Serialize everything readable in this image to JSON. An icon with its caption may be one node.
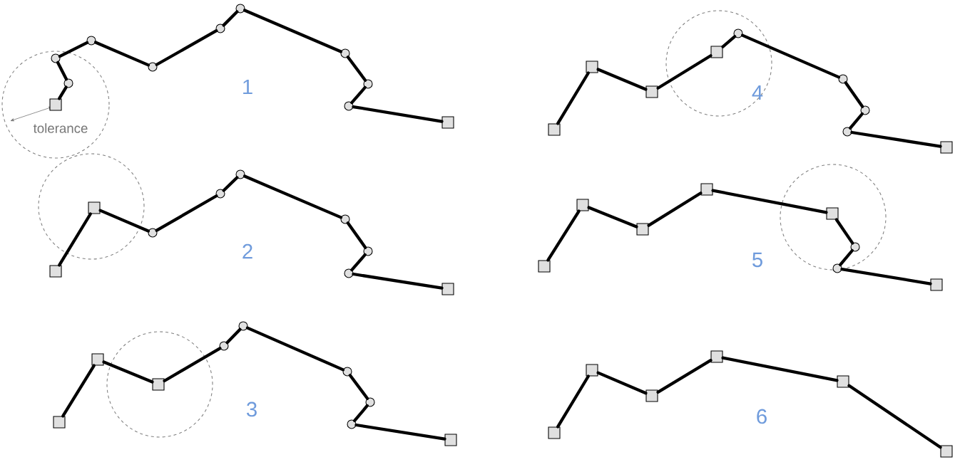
{
  "diagram": {
    "nodes": [
      {
        "text": [],
        "shape": "box"
      },
      {
        "text": [],
        "shape": "circle"
      },
      {
        "text": [],
        "shape": "circle"
      },
      {
        "text": [],
        "shape": "circle"
      },
      {
        "text": [],
        "shape": "circle"
      },
      {
        "text": [],
        "shape": "circle"
      },
      {
        "text": [],
        "shape": "circle"
      },
      {
        "text": [],
        "shape": "circle"
      },
      {
        "text": [],
        "shape": "circle"
      },
      {
        "text": [],
        "shape": "circle"
      },
      {
        "text": [],
        "shape": "box"
      },
      {
        "text": [],
        "shape": "box"
      },
      {
        "text": [],
        "shape": "box"
      },
      {
        "text": [],
        "shape": "circle"
      },
      {
        "text": [],
        "shape": "circle"
      },
      {
        "text": [],
        "shape": "circle"
      },
      {
        "text": [],
        "shape": "circle"
      },
      {
        "text": [],
        "shape": "circle"
      },
      {
        "text": [],
        "shape": "circle"
      },
      {
        "text": [],
        "shape": "box"
      },
      {
        "text": [],
        "shape": "box"
      },
      {
        "text": [],
        "shape": "box"
      },
      {
        "text": [],
        "shape": "box"
      },
      {
        "text": [],
        "shape": "circle"
      },
      {
        "text": [],
        "shape": "circle"
      },
      {
        "text": [],
        "shape": "circle"
      },
      {
        "text": [],
        "shape": "circle"
      },
      {
        "text": [],
        "shape": "circle"
      },
      {
        "text": [],
        "shape": "box"
      },
      {
        "text": [],
        "shape": "box"
      },
      {
        "text": [],
        "shape": "box"
      },
      {
        "text": [],
        "shape": "box"
      },
      {
        "text": [],
        "shape": "box"
      },
      {
        "text": [],
        "shape": "circle"
      },
      {
        "text": [],
        "shape": "circle"
      },
      {
        "text": [],
        "shape": "circle"
      },
      {
        "text": [],
        "shape": "circle"
      },
      {
        "text": [],
        "shape": "box"
      },
      {
        "text": [],
        "shape": "box"
      },
      {
        "text": [],
        "shape": "box"
      },
      {
        "text": [],
        "shape": "box"
      },
      {
        "text": [],
        "shape": "box"
      },
      {
        "text": [],
        "shape": "box"
      },
      {
        "text": [],
        "shape": "circle"
      },
      {
        "text": [],
        "shape": "circle"
      },
      {
        "text": [],
        "shape": "box"
      },
      {
        "text": [],
        "shape": "box"
      },
      {
        "text": [],
        "shape": "box"
      },
      {
        "text": [],
        "shape": "box"
      },
      {
        "text": [],
        "shape": "box"
      },
      {
        "text": [],
        "shape": "box"
      },
      {
        "text": [],
        "shape": "box"
      }
    ],
    "edges": [
      {
        "from": 0,
        "to": 1,
        "arrow": "none"
      },
      {
        "from": 1,
        "to": 2,
        "arrow": "none"
      },
      {
        "from": 2,
        "to": 3,
        "arrow": "none"
      },
      {
        "from": 3,
        "to": 4,
        "arrow": "none"
      },
      {
        "from": 4,
        "to": 5,
        "arrow": "none"
      },
      {
        "from": 5,
        "to": 6,
        "arrow": "none"
      },
      {
        "from": 6,
        "to": 7,
        "arrow": "none"
      },
      {
        "from": 7,
        "to": 8,
        "arrow": "none"
      },
      {
        "from": 8,
        "to": 9,
        "arrow": "none"
      },
      {
        "from": 9,
        "to": 10,
        "arrow": "none"
      },
      {
        "from": 11,
        "to": 12,
        "arrow": "none"
      },
      {
        "from": 12,
        "to": 13,
        "arrow": "none"
      },
      {
        "from": 13,
        "to": 14,
        "arrow": "none"
      },
      {
        "from": 14,
        "to": 15,
        "arrow": "none"
      },
      {
        "from": 15,
        "to": 16,
        "arrow": "none"
      },
      {
        "from": 16,
        "to": 17,
        "arrow": "none"
      },
      {
        "from": 17,
        "to": 18,
        "arrow": "none"
      },
      {
        "from": 18,
        "to": 19,
        "arrow": "none"
      },
      {
        "from": 20,
        "to": 21,
        "arrow": "none"
      },
      {
        "from": 21,
        "to": 22,
        "arrow": "none"
      },
      {
        "from": 22,
        "to": 23,
        "arrow": "none"
      },
      {
        "from": 23,
        "to": 24,
        "arrow": "none"
      },
      {
        "from": 24,
        "to": 25,
        "arrow": "none"
      },
      {
        "from": 25,
        "to": 26,
        "arrow": "none"
      },
      {
        "from": 26,
        "to": 27,
        "arrow": "none"
      },
      {
        "from": 27,
        "to": 28,
        "arrow": "none"
      },
      {
        "from": 29,
        "to": 30,
        "arrow": "none"
      },
      {
        "from": 30,
        "to": 31,
        "arrow": "none"
      },
      {
        "from": 31,
        "to": 32,
        "arrow": "none"
      },
      {
        "from": 32,
        "to": 33,
        "arrow": "none"
      },
      {
        "from": 33,
        "to": 34,
        "arrow": "none"
      },
      {
        "from": 34,
        "to": 35,
        "arrow": "none"
      },
      {
        "from": 35,
        "to": 36,
        "arrow": "none"
      },
      {
        "from": 36,
        "to": 37,
        "arrow": "none"
      },
      {
        "from": 38,
        "to": 39,
        "arrow": "none"
      },
      {
        "from": 39,
        "to": 40,
        "arrow": "none"
      },
      {
        "from": 40,
        "to": 41,
        "arrow": "none"
      },
      {
        "from": 41,
        "to": 42,
        "arrow": "none"
      },
      {
        "from": 42,
        "to": 43,
        "arrow": "none"
      },
      {
        "from": 43,
        "to": 44,
        "arrow": "none"
      },
      {
        "from": 44,
        "to": 45,
        "arrow": "none"
      },
      {
        "from": 46,
        "to": 47,
        "arrow": "none"
      },
      {
        "from": 47,
        "to": 48,
        "arrow": "none"
      },
      {
        "from": 48,
        "to": 49,
        "arrow": "none"
      },
      {
        "from": 49,
        "to": 50,
        "arrow": "none"
      },
      {
        "from": 50,
        "to": 51,
        "arrow": "none"
      }
    ],
    "labels": [
      "1",
      "4",
      "tolerance",
      "2",
      "5",
      "3",
      "6"
    ]
  }
}
